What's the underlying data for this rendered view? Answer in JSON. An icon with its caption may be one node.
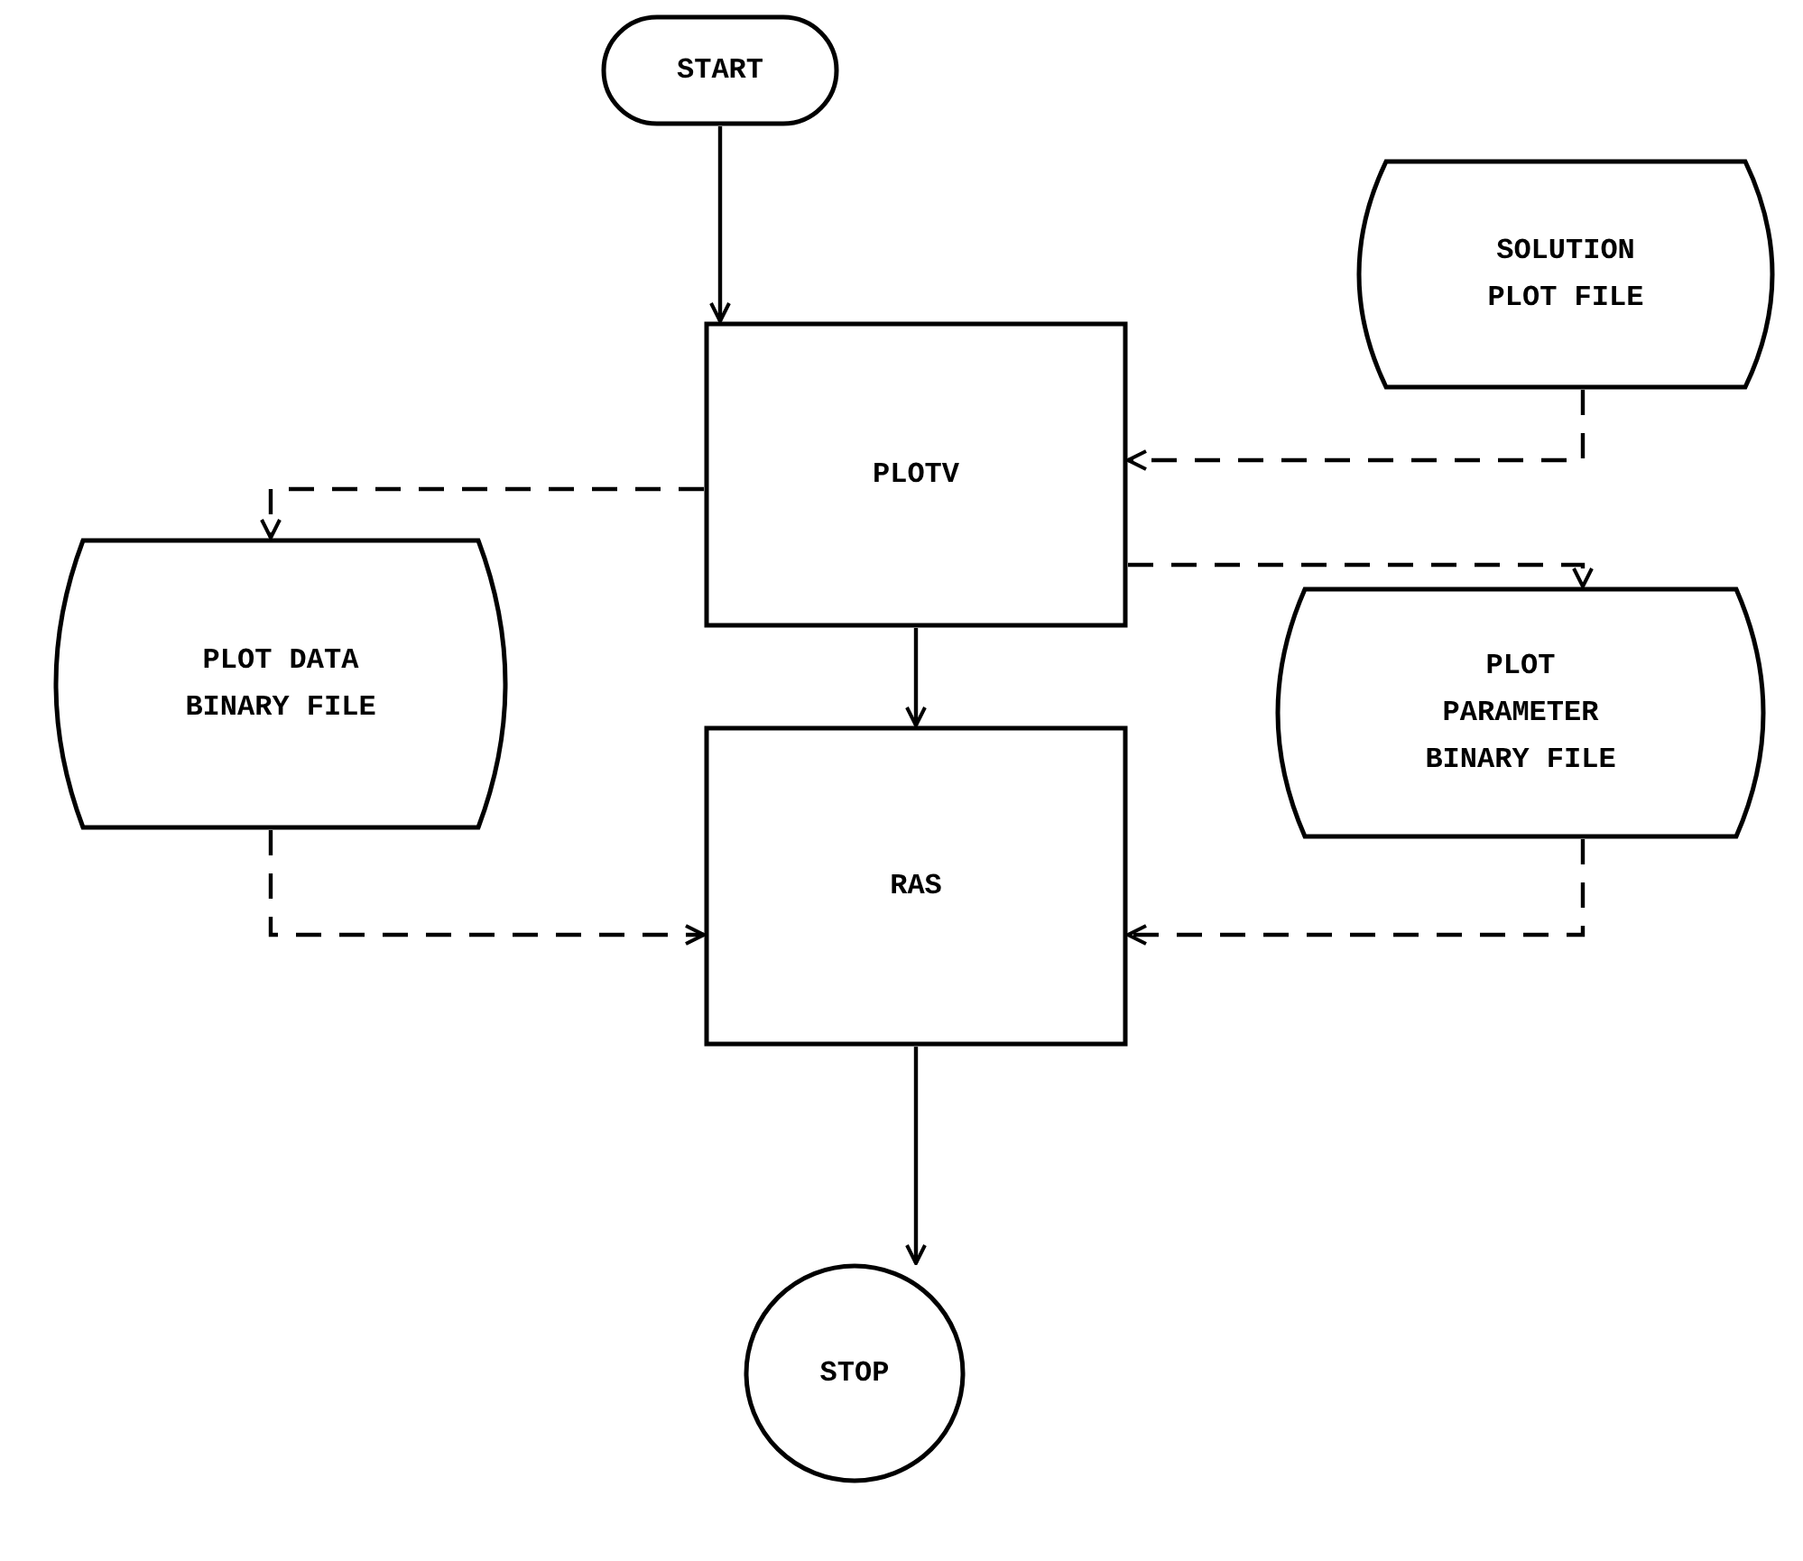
{
  "diagram": {
    "nodes": [
      {
        "text": [
          "START"
        ]
      },
      {
        "text": [
          "SOLUTION PLOT FILE"
        ]
      },
      {
        "text": [
          "PLOTV"
        ]
      },
      {
        "text": [
          "PLOT DATA BINARY FILE"
        ]
      },
      {
        "text": [
          "PLOT PARAMETER BINARY FILE"
        ]
      },
      {
        "text": [
          "RAS"
        ]
      },
      {
        "text": [
          "STOP"
        ]
      }
    ],
    "edges": [
      {
        "from": 0,
        "to": 2,
        "arrow": "to"
      },
      {
        "from": 1,
        "to": 2,
        "arrow": "to",
        "style": "dashed"
      },
      {
        "from": 2,
        "to": 3,
        "arrow": "to",
        "style": "dashed"
      },
      {
        "from": 2,
        "to": 4,
        "arrow": "to",
        "style": "dashed"
      },
      {
        "from": 2,
        "to": 5,
        "arrow": "to"
      },
      {
        "from": 3,
        "to": 5,
        "arrow": "to",
        "style": "dashed"
      },
      {
        "from": 4,
        "to": 5,
        "arrow": "to",
        "style": "dashed"
      },
      {
        "from": 5,
        "to": 6,
        "arrow": "to"
      }
    ]
  }
}
